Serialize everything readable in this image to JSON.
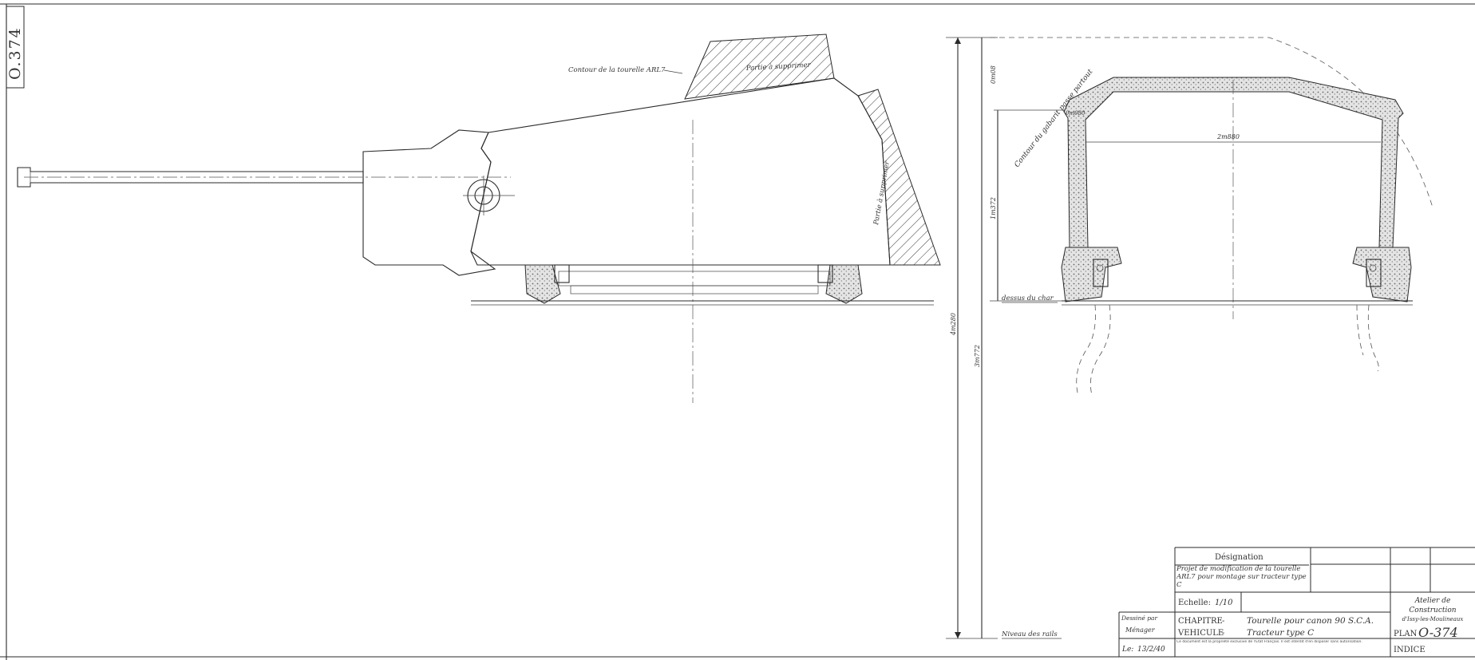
{
  "plan_stamp": "O.374",
  "side_view": {
    "label_turret_contour": "Contour de la tourelle ARL7",
    "label_part_removed": "Partie à supprimer"
  },
  "front_view": {
    "label_gauge_contour": "Contour du gabarit passe partout",
    "dim_total_height": "4m280",
    "dim_rail_to_deck": "3m772",
    "dim_turret_height": "1m372",
    "dim_top": "0m08",
    "dim_side_offset": "0m080",
    "dim_inner_width": "2m880",
    "label_deck_top": "dessus du char",
    "label_rail_level": "Niveau des rails"
  },
  "title_block": {
    "designation_header": "Désignation",
    "designation_text": "Projet de modification de la tourelle ARL7 pour montage sur tracteur type C",
    "scale_label": "Echelle:",
    "scale_value": "1/10",
    "drawn_by_label": "Dessiné par",
    "drawn_by_value": "Ménager",
    "date_label": "Le:",
    "date_value": "13/2/40",
    "chapter_label": "CHAPITRE",
    "chapter_value": "Tourelle pour canon 90 S.C.A.",
    "vehicle_label": "VEHICULE",
    "vehicle_value": "Tracteur type C",
    "workshop_line1": "Atelier de",
    "workshop_line2": "Construction",
    "workshop_line3": "d'Issy-les-Moulineaux",
    "plan_label": "PLAN",
    "plan_number": "O-374",
    "index_label": "INDICE",
    "legal_notice": "Ce document est la propriété exclusive de l'Etat Français. Il est interdit d'en disposer sans autorisation."
  }
}
